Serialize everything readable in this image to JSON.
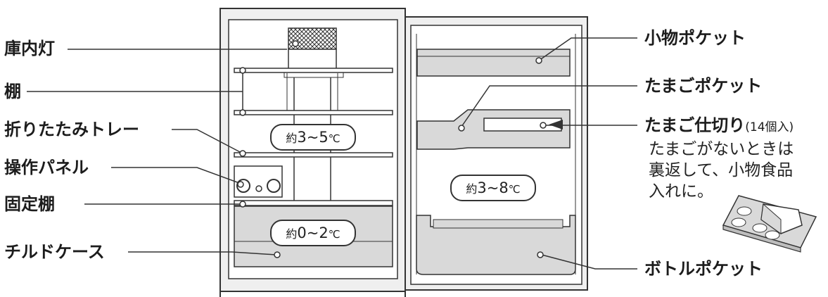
{
  "labels_left": {
    "interior_light": "庫内灯",
    "shelf": "棚",
    "folding_tray": "折りたたみトレー",
    "control_panel": "操作パネル",
    "fixed_shelf": "固定棚",
    "chilled_case": "チルドケース"
  },
  "labels_right": {
    "small_pocket": "小物ポケット",
    "egg_pocket": "たまごポケット",
    "egg_divider": "たまご仕切り",
    "egg_divider_count": "(14個入)",
    "bottle_pocket": "ボトルポケット"
  },
  "note_lines": [
    "たまごがないときは",
    "裏返して、小物食品",
    "入れに。"
  ],
  "temperatures": {
    "upper": {
      "prefix": "約",
      "range": "3~5",
      "unit": "℃"
    },
    "chilled": {
      "prefix": "約",
      "range": "0~2",
      "unit": "℃"
    },
    "door": {
      "prefix": "約",
      "range": "3~8",
      "unit": "℃"
    }
  },
  "colors": {
    "line": "#333333",
    "fill_gray": "#d9d9d9",
    "frame_fill": "#eeeeee"
  }
}
